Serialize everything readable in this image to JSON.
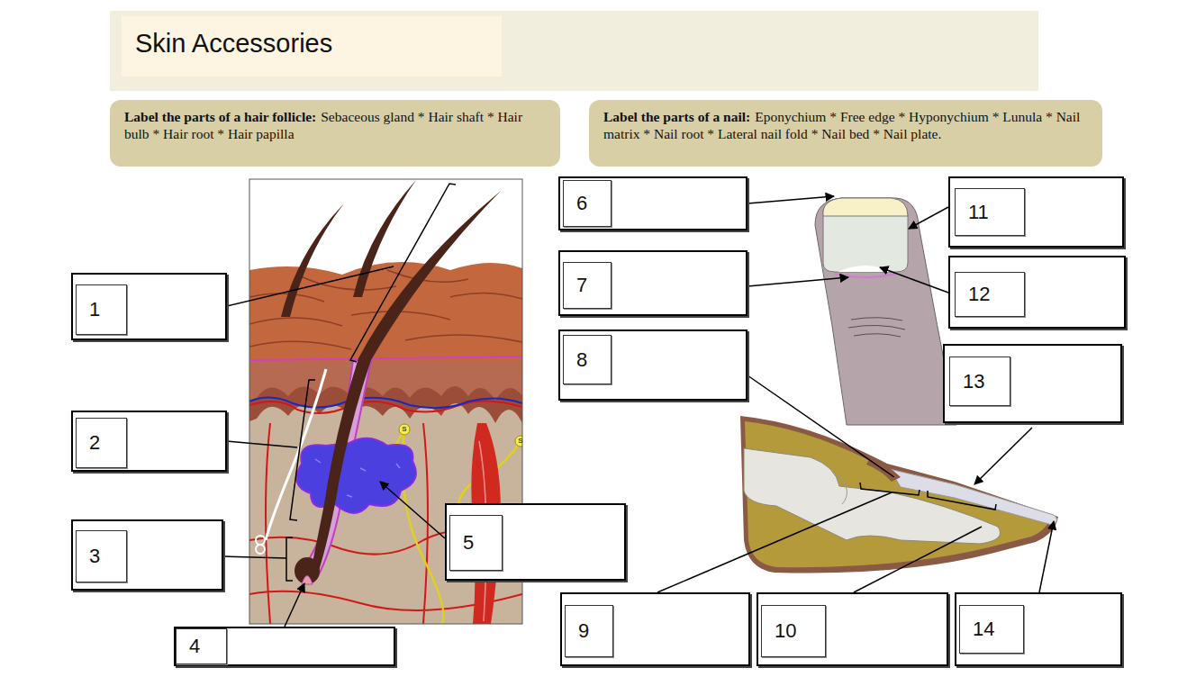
{
  "diagram": {
    "title": "Skin Accessories",
    "nodes": [
      {
        "text": [
          "Label the parts of a hair follicle:",
          "Sebaceous gland * Hair shaft * Hair bulb * Hair root * Hair papilla"
        ]
      },
      {
        "text": [
          "Label the parts of a nail:",
          "Eponychium * Free edge * Hyponychium * Lunula * Nail matrix * Nail root * Lateral nail fold * Nail bed * Nail plate."
        ]
      },
      {
        "text": [
          "1"
        ]
      },
      {
        "text": [
          "2"
        ]
      },
      {
        "text": [
          "3"
        ]
      },
      {
        "text": [
          "4"
        ]
      },
      {
        "text": [
          "5"
        ]
      },
      {
        "text": [
          "6"
        ]
      },
      {
        "text": [
          "7"
        ]
      },
      {
        "text": [
          "8"
        ]
      },
      {
        "text": [
          "9"
        ]
      },
      {
        "text": [
          "10"
        ]
      },
      {
        "text": [
          "11"
        ]
      },
      {
        "text": [
          "12"
        ]
      },
      {
        "text": [
          "13"
        ]
      },
      {
        "text": [
          "14"
        ]
      }
    ],
    "labels": [
      "S",
      "S"
    ]
  }
}
